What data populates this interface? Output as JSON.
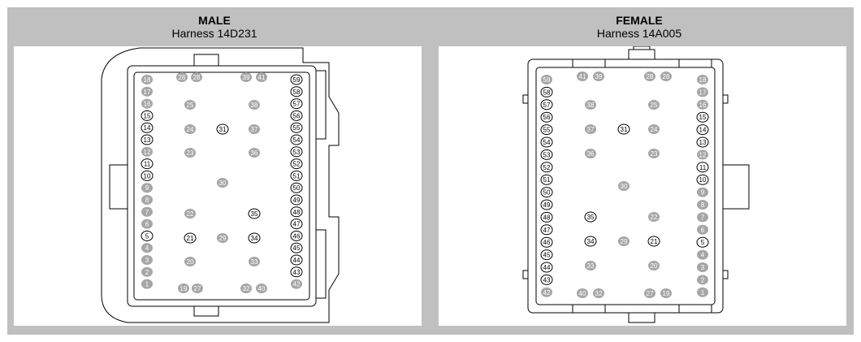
{
  "male": {
    "title": "MALE",
    "harness": "Harness  14D231",
    "pins": [
      {
        "n": "18",
        "f": 1
      },
      {
        "n": "17",
        "f": 1
      },
      {
        "n": "16",
        "f": 1
      },
      {
        "n": "15",
        "f": 0
      },
      {
        "n": "14",
        "f": 0
      },
      {
        "n": "13",
        "f": 0
      },
      {
        "n": "12",
        "f": 1
      },
      {
        "n": "11",
        "f": 0
      },
      {
        "n": "10",
        "f": 0
      },
      {
        "n": "9",
        "f": 1
      },
      {
        "n": "8",
        "f": 1
      },
      {
        "n": "7",
        "f": 1
      },
      {
        "n": "6",
        "f": 1
      },
      {
        "n": "5",
        "f": 0
      },
      {
        "n": "4",
        "f": 1
      },
      {
        "n": "3",
        "f": 1
      },
      {
        "n": "2",
        "f": 1
      },
      {
        "n": "1",
        "f": 1
      },
      {
        "n": "59",
        "f": 0
      },
      {
        "n": "58",
        "f": 0
      },
      {
        "n": "57",
        "f": 0
      },
      {
        "n": "56",
        "f": 0
      },
      {
        "n": "55",
        "f": 0
      },
      {
        "n": "54",
        "f": 0
      },
      {
        "n": "53",
        "f": 0
      },
      {
        "n": "52",
        "f": 0
      },
      {
        "n": "51",
        "f": 0
      },
      {
        "n": "50",
        "f": 0
      },
      {
        "n": "49",
        "f": 0
      },
      {
        "n": "48",
        "f": 0
      },
      {
        "n": "47",
        "f": 0
      },
      {
        "n": "46",
        "f": 0
      },
      {
        "n": "45",
        "f": 0
      },
      {
        "n": "44",
        "f": 0
      },
      {
        "n": "43",
        "f": 0
      },
      {
        "n": "42",
        "f": 1
      },
      {
        "n": "26",
        "f": 1
      },
      {
        "n": "28",
        "f": 1
      },
      {
        "n": "39",
        "f": 1
      },
      {
        "n": "41",
        "f": 1
      },
      {
        "n": "25",
        "f": 1
      },
      {
        "n": "38",
        "f": 1
      },
      {
        "n": "24",
        "f": 1
      },
      {
        "n": "31",
        "f": 0
      },
      {
        "n": "37",
        "f": 1
      },
      {
        "n": "23",
        "f": 1
      },
      {
        "n": "36",
        "f": 1
      },
      {
        "n": "30",
        "f": 1
      },
      {
        "n": "22",
        "f": 1
      },
      {
        "n": "35",
        "f": 0
      },
      {
        "n": "21",
        "f": 0
      },
      {
        "n": "29",
        "f": 1
      },
      {
        "n": "34",
        "f": 0
      },
      {
        "n": "20",
        "f": 1
      },
      {
        "n": "33",
        "f": 1
      },
      {
        "n": "19",
        "f": 1
      },
      {
        "n": "27",
        "f": 1
      },
      {
        "n": "32",
        "f": 1
      },
      {
        "n": "40",
        "f": 1
      }
    ]
  },
  "female": {
    "title": "FEMALE",
    "harness": "Harness  14A005",
    "pins": [
      {
        "n": "59",
        "f": 1
      },
      {
        "n": "58",
        "f": 0
      },
      {
        "n": "57",
        "f": 0
      },
      {
        "n": "56",
        "f": 0
      },
      {
        "n": "55",
        "f": 0
      },
      {
        "n": "54",
        "f": 0
      },
      {
        "n": "53",
        "f": 0
      },
      {
        "n": "52",
        "f": 0
      },
      {
        "n": "51",
        "f": 0
      },
      {
        "n": "50",
        "f": 0
      },
      {
        "n": "49",
        "f": 0
      },
      {
        "n": "48",
        "f": 0
      },
      {
        "n": "47",
        "f": 0
      },
      {
        "n": "46",
        "f": 0
      },
      {
        "n": "45",
        "f": 0
      },
      {
        "n": "44",
        "f": 0
      },
      {
        "n": "43",
        "f": 0
      },
      {
        "n": "42",
        "f": 1
      },
      {
        "n": "18",
        "f": 1
      },
      {
        "n": "17",
        "f": 1
      },
      {
        "n": "16",
        "f": 1
      },
      {
        "n": "15",
        "f": 0
      },
      {
        "n": "14",
        "f": 0
      },
      {
        "n": "13",
        "f": 0
      },
      {
        "n": "12",
        "f": 1
      },
      {
        "n": "11",
        "f": 0
      },
      {
        "n": "10",
        "f": 0
      },
      {
        "n": "9",
        "f": 1
      },
      {
        "n": "8",
        "f": 1
      },
      {
        "n": "7",
        "f": 1
      },
      {
        "n": "6",
        "f": 1
      },
      {
        "n": "5",
        "f": 0
      },
      {
        "n": "4",
        "f": 1
      },
      {
        "n": "3",
        "f": 1
      },
      {
        "n": "2",
        "f": 1
      },
      {
        "n": "1",
        "f": 1
      },
      {
        "n": "41",
        "f": 1
      },
      {
        "n": "39",
        "f": 1
      },
      {
        "n": "28",
        "f": 1
      },
      {
        "n": "26",
        "f": 1
      },
      {
        "n": "38",
        "f": 1
      },
      {
        "n": "25",
        "f": 1
      },
      {
        "n": "37",
        "f": 1
      },
      {
        "n": "31",
        "f": 0
      },
      {
        "n": "24",
        "f": 1
      },
      {
        "n": "36",
        "f": 1
      },
      {
        "n": "23",
        "f": 1
      },
      {
        "n": "30",
        "f": 1
      },
      {
        "n": "35",
        "f": 0
      },
      {
        "n": "22",
        "f": 1
      },
      {
        "n": "34",
        "f": 0
      },
      {
        "n": "29",
        "f": 1
      },
      {
        "n": "21",
        "f": 0
      },
      {
        "n": "33",
        "f": 1
      },
      {
        "n": "20",
        "f": 1
      },
      {
        "n": "40",
        "f": 1
      },
      {
        "n": "32",
        "f": 1
      },
      {
        "n": "27",
        "f": 1
      },
      {
        "n": "19",
        "f": 1
      }
    ]
  },
  "colors": {
    "frame": "#c0c0c0",
    "pin_fill": "#a6a6a6",
    "pin_text": "#ffffff",
    "line": "#000000"
  }
}
